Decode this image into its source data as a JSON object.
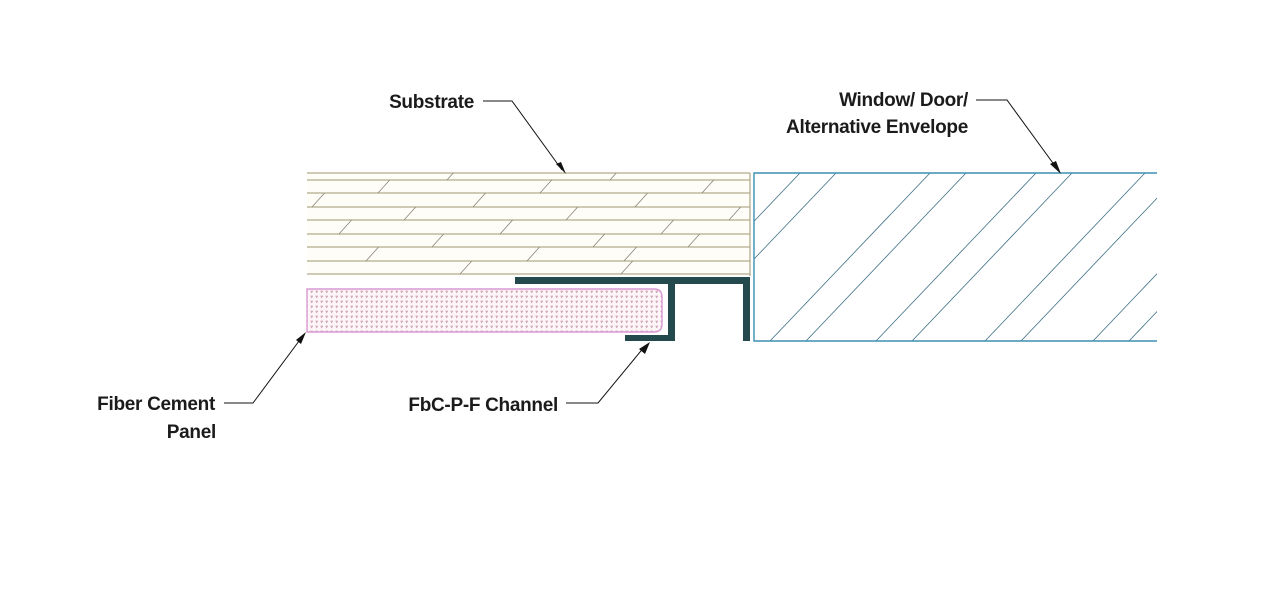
{
  "title": "Fiber Cement Panel to Window/Door Transition Detail",
  "labels": {
    "substrate": "Substrate",
    "window_line1": "Window/ Door/",
    "window_line2": "Alternative Envelope",
    "fiber_line1": "Fiber Cement",
    "fiber_line2": "Panel",
    "channel": "FbC-P-F Channel"
  },
  "components": [
    {
      "id": "substrate",
      "name": "Substrate",
      "material": "wood/sheathing hatch"
    },
    {
      "id": "fiber-cement-panel",
      "name": "Fiber Cement Panel",
      "material": "stipple hatch"
    },
    {
      "id": "channel",
      "name": "FbC-P-F Channel",
      "material": "metal profile"
    },
    {
      "id": "window",
      "name": "Window/ Door/ Alternative Envelope",
      "material": "diagonal hatch"
    }
  ],
  "colors": {
    "substrate_line": "#b3ab8c",
    "substrate_tick": "#8a8372",
    "substrate_fill": "#fefdf8",
    "panel_outline": "#d99ad4",
    "panel_dot": "#c28aa0",
    "panel_fill": "#fdf5f8",
    "channel": "#244a4d",
    "window_outline": "#3d8fb1",
    "window_hatch": "#3f6f86",
    "leader": "#111111",
    "text": "#1b1b1b"
  }
}
